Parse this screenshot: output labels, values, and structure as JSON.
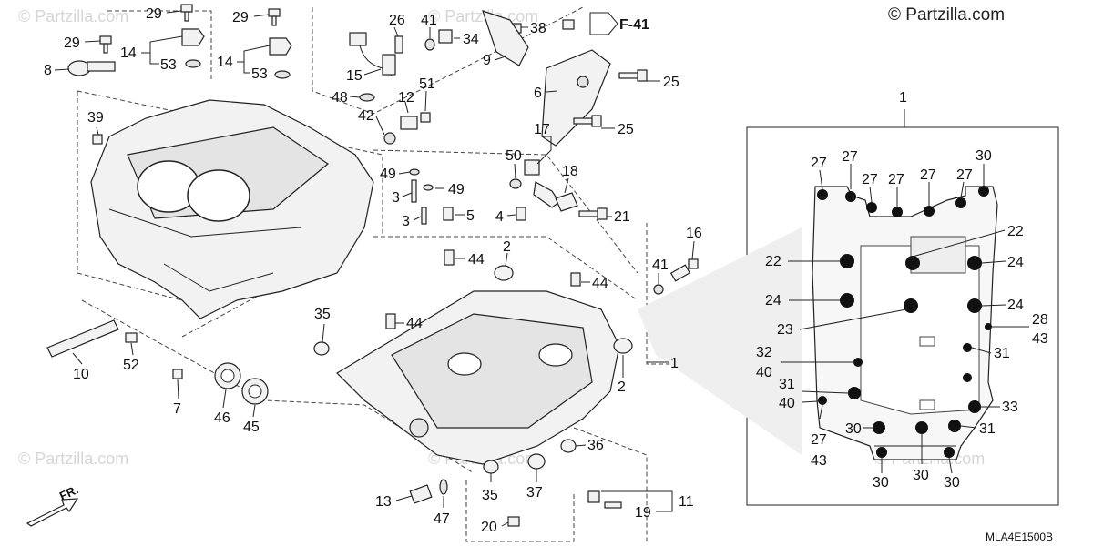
{
  "copyright": "© Partzilla.com",
  "watermark": "© Partzilla.com",
  "diagram_code": "MLA4E1500B",
  "ref_arrow": "F-41",
  "front_marker": "FR.",
  "callouts": {
    "c29a": "29",
    "c29b": "29",
    "c29c": "29",
    "c14a": "14",
    "c53a": "53",
    "c14b": "14",
    "c53b": "53",
    "c8": "8",
    "c26": "26",
    "c41a": "41",
    "c34": "34",
    "c38": "38",
    "c9": "9",
    "c15": "15",
    "c48": "48",
    "c12": "12",
    "c51": "51",
    "c42": "42",
    "c6": "6",
    "c25a": "25",
    "c25b": "25",
    "c39": "39",
    "c17": "17",
    "c50": "50",
    "c18": "18",
    "c49a": "49",
    "c49b": "49",
    "c3a": "3",
    "c3b": "3",
    "c5": "5",
    "c4": "4",
    "c21": "21",
    "c2a": "2",
    "c44a": "44",
    "c44b": "44",
    "c44c": "44",
    "c16": "16",
    "c41b": "41",
    "c35a": "35",
    "c1a": "1",
    "c2b": "2",
    "c10": "10",
    "c52": "52",
    "c7": "7",
    "c46": "46",
    "c45": "45",
    "c36": "36",
    "c35b": "35",
    "c37": "37",
    "c13": "13",
    "c47": "47",
    "c20": "20",
    "c19": "19",
    "c11": "11",
    "c1b": "1",
    "p27a": "27",
    "p27b": "27",
    "p27c": "27",
    "p27d": "27",
    "p27e": "27",
    "p27f": "27",
    "p30a": "30",
    "p22a": "22",
    "p22b": "22",
    "p24a": "24",
    "p24b": "24",
    "p24c": "24",
    "p28": "28",
    "p43a": "43",
    "p23": "23",
    "p32": "32",
    "p40a": "40",
    "p31a": "31",
    "p31b": "31",
    "p40b": "40",
    "p33": "33",
    "p27g": "27",
    "p43b": "43",
    "p30b": "30",
    "p31c": "31",
    "p30c": "30",
    "p30d": "30",
    "p30e": "30"
  }
}
